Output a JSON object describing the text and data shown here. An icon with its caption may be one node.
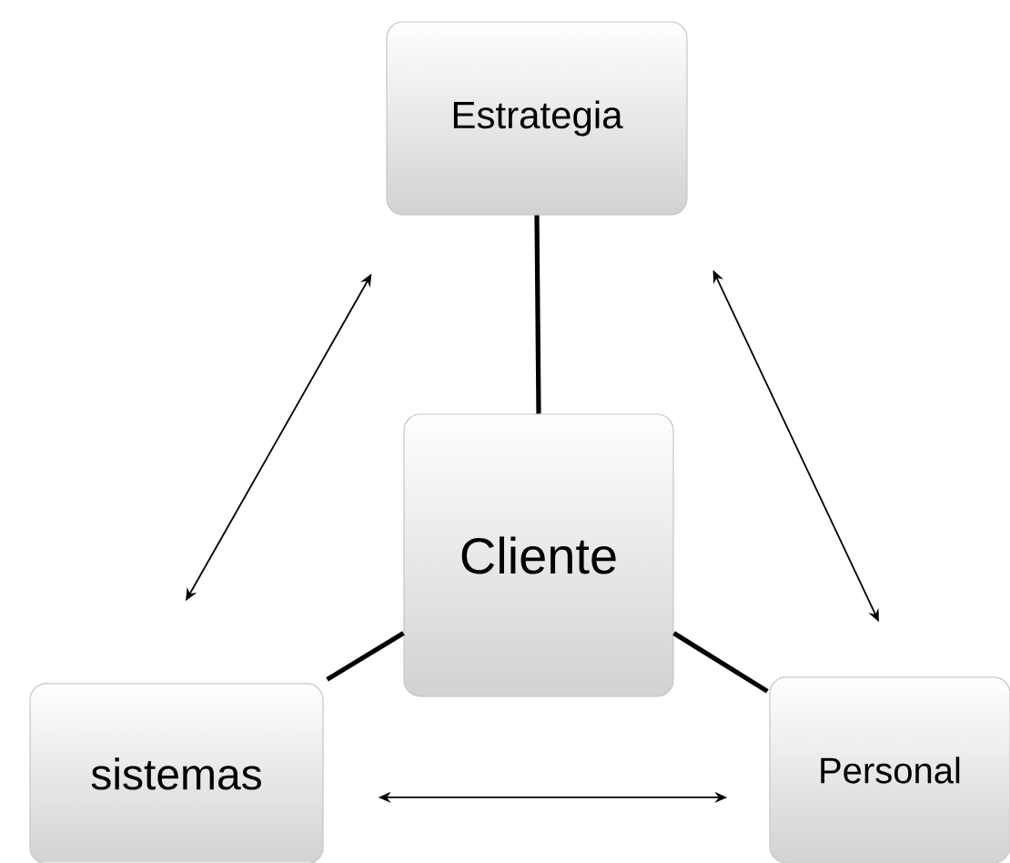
{
  "diagram": {
    "nodes": [
      {
        "text": [
          "Estrategia"
        ]
      },
      {
        "text": [
          "Cliente"
        ]
      },
      {
        "text": [
          "sistemas"
        ]
      },
      {
        "text": [
          "Personal"
        ]
      }
    ],
    "edges": [
      {
        "from": 0,
        "to": 1,
        "arrow": "none",
        "style": "thick"
      },
      {
        "from": 1,
        "to": 2,
        "arrow": "none",
        "style": "thick"
      },
      {
        "from": 1,
        "to": 3,
        "arrow": "none",
        "style": "thick"
      },
      {
        "from": 0,
        "to": 2,
        "arrow": "both"
      },
      {
        "from": 0,
        "to": 3,
        "arrow": "both"
      },
      {
        "from": 2,
        "to": 3,
        "arrow": "both"
      }
    ]
  }
}
